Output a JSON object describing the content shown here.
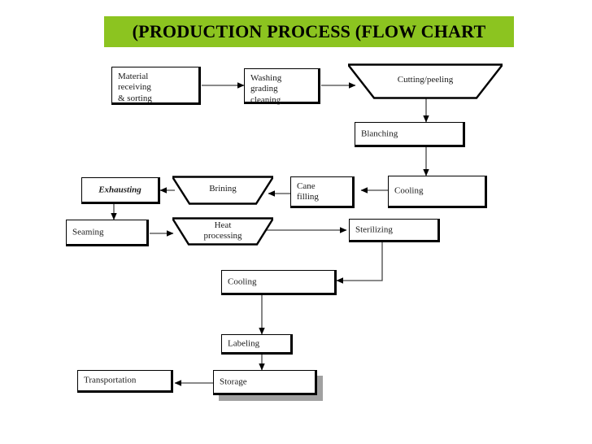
{
  "title": {
    "text": "(PRODUCTION PROCESS (FLOW CHART",
    "banner_color": "#8CC420",
    "text_color": "#000000"
  },
  "diagram": {
    "type": "flowchart",
    "background_color": "#ffffff",
    "line_color": "#000000",
    "nodes": [
      {
        "id": "material-receiving",
        "label": "Material\nreceiving\n& sorting",
        "shape": "rectangle"
      },
      {
        "id": "washing-grading-cleaning",
        "label": "Washing\ngrading\ncleaning",
        "shape": "rectangle"
      },
      {
        "id": "cutting-peeling",
        "label": "Cutting/peeling",
        "shape": "trapezoid"
      },
      {
        "id": "blanching",
        "label": "Blanching",
        "shape": "rectangle"
      },
      {
        "id": "cooling-1",
        "label": "Cooling",
        "shape": "rectangle"
      },
      {
        "id": "cane-filling",
        "label": "Cane\nfilling",
        "shape": "rectangle"
      },
      {
        "id": "brining",
        "label": "Brining",
        "shape": "trapezoid"
      },
      {
        "id": "exhausting",
        "label": "Exhausting",
        "shape": "rectangle"
      },
      {
        "id": "seaming",
        "label": "Seaming",
        "shape": "rectangle"
      },
      {
        "id": "heat-processing",
        "label": "Heat\nprocessing",
        "shape": "trapezoid"
      },
      {
        "id": "sterilizing",
        "label": "Sterilizing",
        "shape": "rectangle"
      },
      {
        "id": "cooling-2",
        "label": "Cooling",
        "shape": "rectangle"
      },
      {
        "id": "labeling",
        "label": "Labeling",
        "shape": "rectangle"
      },
      {
        "id": "storage",
        "label": "Storage",
        "shape": "rectangle"
      },
      {
        "id": "transportation",
        "label": "Transportation",
        "shape": "rectangle"
      }
    ],
    "edges": [
      {
        "from": "material-receiving",
        "to": "washing-grading-cleaning",
        "direction": "right"
      },
      {
        "from": "washing-grading-cleaning",
        "to": "cutting-peeling",
        "direction": "right"
      },
      {
        "from": "cutting-peeling",
        "to": "blanching",
        "direction": "down"
      },
      {
        "from": "blanching",
        "to": "cooling-1",
        "direction": "down"
      },
      {
        "from": "cooling-1",
        "to": "cane-filling",
        "direction": "left"
      },
      {
        "from": "cane-filling",
        "to": "brining",
        "direction": "left"
      },
      {
        "from": "brining",
        "to": "exhausting",
        "direction": "left"
      },
      {
        "from": "exhausting",
        "to": "seaming",
        "direction": "down"
      },
      {
        "from": "seaming",
        "to": "heat-processing",
        "direction": "right"
      },
      {
        "from": "heat-processing",
        "to": "sterilizing",
        "direction": "right"
      },
      {
        "from": "sterilizing",
        "to": "cooling-2",
        "direction": "down-left"
      },
      {
        "from": "cooling-2",
        "to": "labeling",
        "direction": "down"
      },
      {
        "from": "labeling",
        "to": "storage",
        "direction": "down"
      },
      {
        "from": "storage",
        "to": "transportation",
        "direction": "left"
      }
    ]
  }
}
